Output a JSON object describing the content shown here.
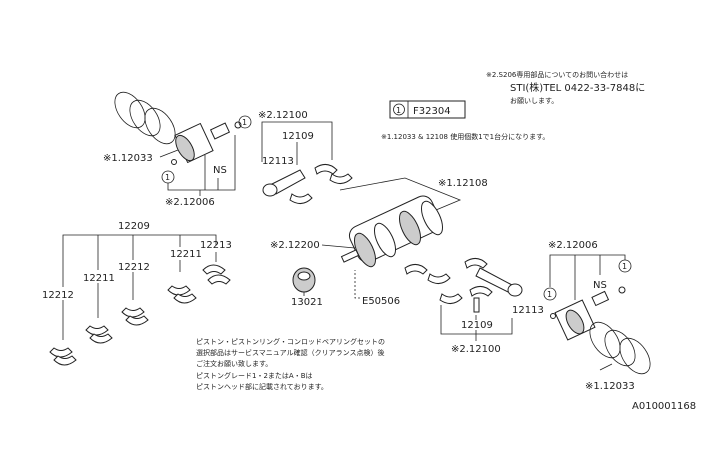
{
  "notes": {
    "sti_line1": "※2.S206専用部品についてのお問い合わせは",
    "sti_line2": "STI(株)TEL 0422-33-7848に",
    "sti_line3": "お願いします。",
    "usage": "※1.12033 & 12108 使用個数1で1台分になります。",
    "selection_line1": "ピストン・ピストンリング・コンロッドベアリングセットの",
    "selection_line2": "選択部品はサービスマニュアル確認（クリアランス点検）後",
    "selection_line3": "ご注文お願い致します。",
    "grade_line1": "ピストングレード1・2またはA・Bは",
    "grade_line2": "ピストンヘッド部に記載されております。"
  },
  "legend": {
    "marker": "1",
    "code": "F32304"
  },
  "labels": {
    "piston_left": "※1.12033",
    "conrod_top": "※2.12100",
    "bolt_top": "12109",
    "nut_top": "12113",
    "ns_left": "NS",
    "pin_left": "※2.12006",
    "bearing_set": "12209",
    "b12213": "12213",
    "b12211a": "12211",
    "b12212a": "12212",
    "b12211b": "12211",
    "b12212b": "12212",
    "crank": "※2.12200",
    "pulley": "13021",
    "key": "E50506",
    "main_bearing": "※1.12108",
    "pin_right": "※2.12006",
    "ns_right": "NS",
    "bolt_bottom": "12109",
    "nut_bottom": "12113",
    "conrod_bottom": "※2.12100",
    "piston_right": "※1.12033",
    "circle_marker": "1"
  },
  "diagram_id": "A010001168"
}
